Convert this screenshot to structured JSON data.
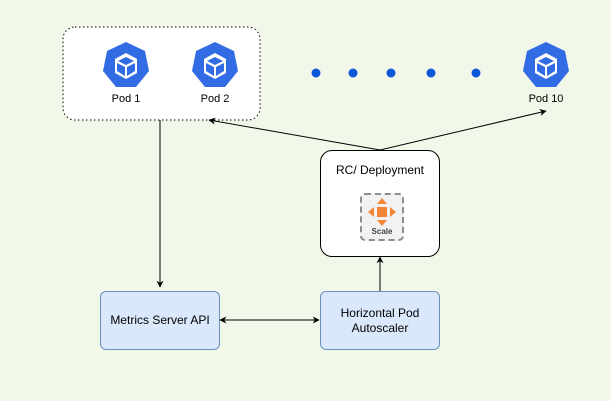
{
  "colors": {
    "background": "#f1f8ea",
    "pod_icon": "#326ce5",
    "box_fill": "#dae8fc",
    "box_stroke": "#6c8ebf",
    "scale_icon": "#f58536"
  },
  "pods": [
    {
      "label": "Pod 1",
      "icon": "kubernetes-pod-icon"
    },
    {
      "label": "Pod 2",
      "icon": "kubernetes-pod-icon"
    },
    {
      "label": "Pod 10",
      "icon": "kubernetes-pod-icon"
    }
  ],
  "rc_deployment": {
    "title": "RC/ Deployment",
    "scale_label": "Scale",
    "scale_icon": "scale-icon"
  },
  "metrics_server": {
    "label": "Metrics Server API"
  },
  "hpa": {
    "label": "Horizontal Pod\nAutoscaler"
  }
}
